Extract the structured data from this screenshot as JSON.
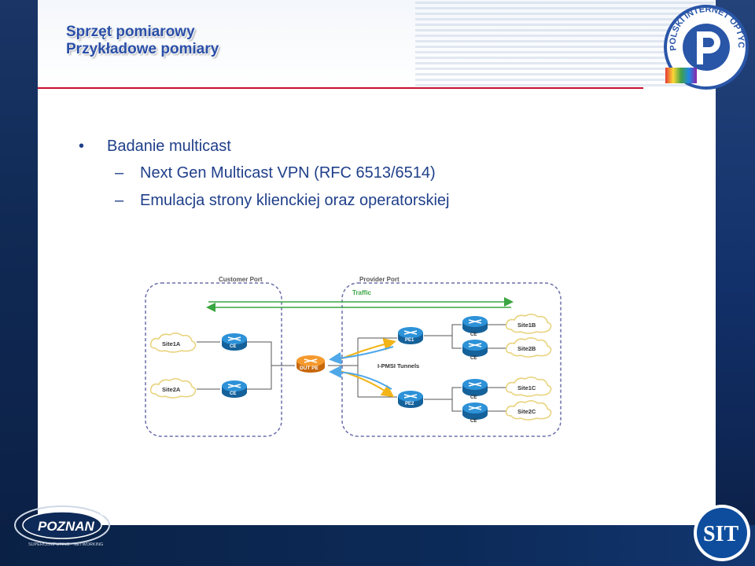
{
  "header": {
    "title_line1": "Sprzęt pomiarowy",
    "title_line2": "Przykładowe pomiary"
  },
  "bullets": {
    "main": "Badanie multicast",
    "subs": [
      "Next Gen Multicast VPN (RFC 6513/6514)",
      "Emulacja strony klienckiej oraz operatorskiej"
    ]
  },
  "diagram": {
    "customer_port": "Customer Port",
    "provider_port": "Provider Port",
    "traffic": "Traffic",
    "tunnels": "I-PMSI Tunnels",
    "dut": "DUT PE",
    "ce": "CE",
    "pe1": "PE1",
    "pe2": "PE2",
    "sites": {
      "site1a": "Site1A",
      "site2a": "Site2A",
      "site1b": "Site1B",
      "site2b": "Site2B",
      "site1c": "Site1C",
      "site2c": "Site2C"
    }
  },
  "logos": {
    "pil_text": "POLSKI INTERNET OPTYCZNY",
    "poznan_text": "POZNAN",
    "poznan_sub": "SUPERCOMPUTING · NETWORKING",
    "sit_text": "SIT"
  },
  "colors": {
    "title": "#2a4fa8",
    "bullet_text": "#1f3f8a",
    "accent_red": "#c8102e",
    "router_blue": "#1e7fc4",
    "dut_orange": "#f08a1c",
    "traffic_green": "#3aa641",
    "tunnel_yellow": "#f2b417"
  }
}
